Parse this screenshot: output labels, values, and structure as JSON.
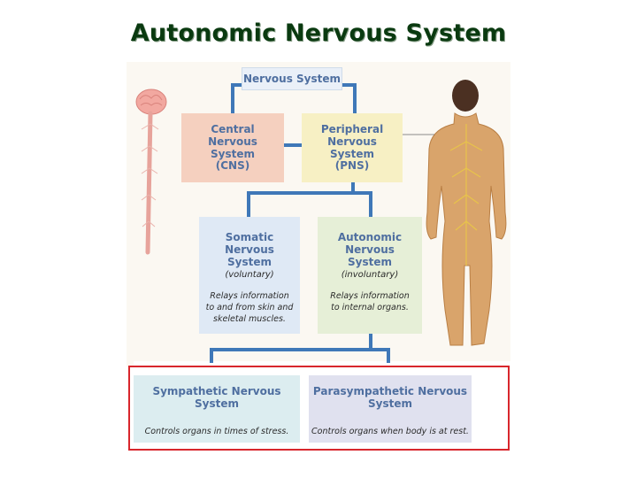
{
  "title": "Autonomic Nervous System",
  "figure": {
    "nervous_system": "Nervous System",
    "cns": {
      "name": "Central\nNervous\nSystem",
      "abbr": "(CNS)"
    },
    "pns": {
      "name": "Peripheral\nNervous\nSystem",
      "abbr": "(PNS)"
    },
    "somatic": {
      "name": "Somatic\nNervous\nSystem",
      "type": "(voluntary)",
      "desc": "Relays information\nto and from skin and\nskeletal muscles."
    },
    "autonomic": {
      "name": "Autonomic\nNervous\nSystem",
      "type": "(involuntary)",
      "desc": "Relays information\nto internal organs."
    },
    "sympathetic": {
      "name": "Sympathetic Nervous\nSystem",
      "desc": "Controls organs in times of stress."
    },
    "parasympathetic": {
      "name": "Parasympathetic Nervous\nSystem",
      "desc": "Controls organs when body is at rest."
    }
  },
  "colors": {
    "title": "#0a3a10",
    "connector": "#3f78b8",
    "highlight_frame": "#d8262c",
    "cns_box": "#f5d0bf",
    "pns_box": "#f7f0c4",
    "somatic_box": "#dfe9f5",
    "autonomic_box": "#e6efd7",
    "sympathetic_box": "#dcedf0",
    "parasympathetic_box": "#e0e1ef"
  }
}
